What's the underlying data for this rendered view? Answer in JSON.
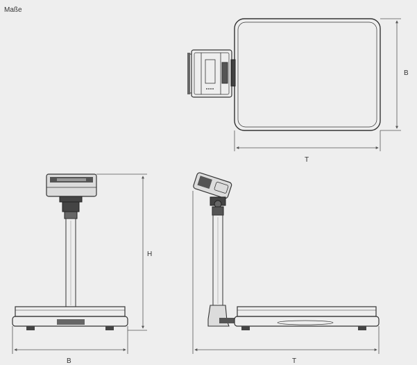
{
  "title": "Maße",
  "views": {
    "top": {
      "width_label": "B",
      "depth_label": "T"
    },
    "front": {
      "height_label": "H",
      "width_label": "B"
    },
    "side": {
      "depth_label": "T"
    }
  },
  "colors": {
    "background": "#eeeeee",
    "line": "#333333",
    "dimension": "#555555"
  }
}
